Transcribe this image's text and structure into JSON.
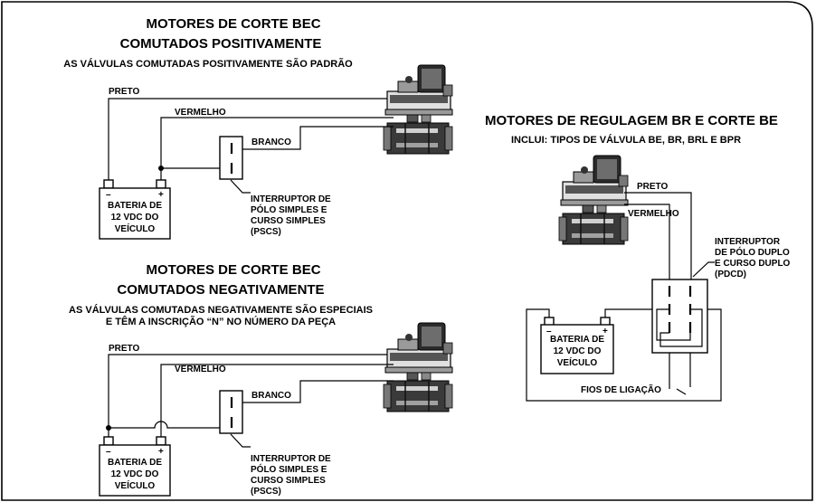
{
  "frame_style": "rounded-corner-border",
  "colors": {
    "line": "#000000",
    "background": "#ffffff",
    "motor_dark": "#222222",
    "motor_mid": "#777777",
    "motor_light": "#d9d9d9"
  },
  "diagram_pos": {
    "title_1": "MOTORES DE CORTE BEC",
    "title_2": "COMUTADOS POSITIVAMENTE",
    "subtitle": "AS VÁLVULAS COMUTADAS POSITIVAMENTE SÃO PADRÃO",
    "wire_black": "PRETO",
    "wire_red": "VERMELHO",
    "wire_white": "BRANCO",
    "battery": {
      "minus": "–",
      "plus": "+",
      "line1": "BATERIA DE",
      "line2": "12 VDC DO",
      "line3": "VEÍCULO"
    },
    "switch_label": {
      "line1": "INTERRUPTOR DE",
      "line2": "PÓLO SIMPLES E",
      "line3": "CURSO SIMPLES",
      "line4": "(PSCS)"
    }
  },
  "diagram_neg": {
    "title_1": "MOTORES DE CORTE BEC",
    "title_2": "COMUTADOS NEGATIVAMENTE",
    "subtitle_1": "AS VÁLVULAS COMUTADAS NEGATIVAMENTE SÃO ESPECIAIS",
    "subtitle_2": "E TÊM A INSCRIÇÃO “N” NO NÚMERO DA PEÇA",
    "wire_black": "PRETO",
    "wire_red": "VERMELHO",
    "wire_white": "BRANCO",
    "battery": {
      "minus": "–",
      "plus": "+",
      "line1": "BATERIA DE",
      "line2": "12 VDC DO",
      "line3": "VEÍCULO"
    },
    "switch_label": {
      "line1": "INTERRUPTOR DE",
      "line2": "PÓLO SIMPLES E",
      "line3": "CURSO SIMPLES",
      "line4": "(PSCS)"
    }
  },
  "diagram_br": {
    "title": "MOTORES DE REGULAGEM BR E CORTE BE",
    "subtitle": "INCLUI: TIPOS DE VÁLVULA BE, BR, BRL E BPR",
    "wire_black": "PRETO",
    "wire_red": "VERMELHO",
    "battery": {
      "minus": "–",
      "plus": "+",
      "line1": "BATERIA DE",
      "line2": "12 VDC DO",
      "line3": "VEÍCULO"
    },
    "switch_label": {
      "line1": "INTERRUPTOR",
      "line2": "DE PÓLO DUPLO",
      "line3": "E CURSO DUPLO",
      "line4": "(PDCD)"
    },
    "jumper_label": "FIOS DE LIGAÇÃO"
  }
}
